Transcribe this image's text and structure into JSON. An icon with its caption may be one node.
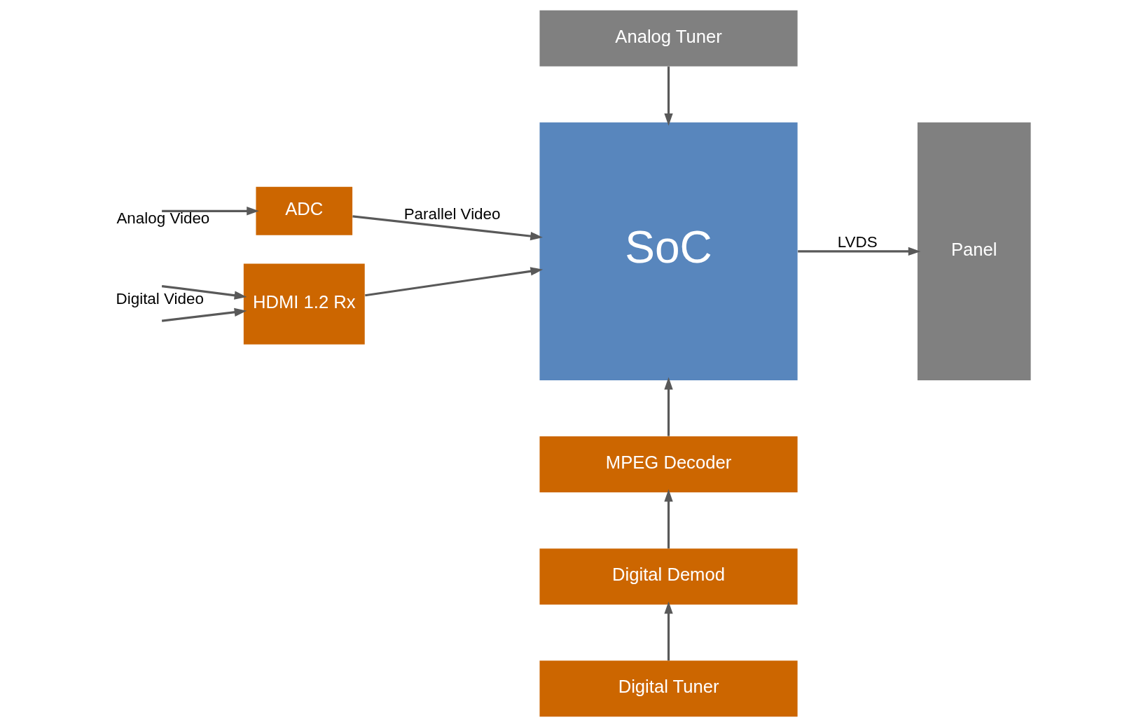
{
  "diagram": {
    "nodes": [
      {
        "text": [
          "Analog Tuner"
        ]
      },
      {
        "text": [
          "ADC"
        ]
      },
      {
        "text": [
          "HDMI 1.2 Rx"
        ]
      },
      {
        "text": [
          "SoC"
        ]
      },
      {
        "text": [
          "Panel"
        ]
      },
      {
        "text": [
          "MPEG Decoder"
        ]
      },
      {
        "text": [
          "Digital Demod"
        ]
      },
      {
        "text": [
          "Digital Tuner"
        ]
      }
    ],
    "edges": [
      {
        "from": null,
        "to": 1,
        "arrow": "to",
        "label": "Analog Video"
      },
      {
        "from": null,
        "to": 2,
        "arrow": "to",
        "label": "Digital Video"
      },
      {
        "from": null,
        "to": 2,
        "arrow": "to"
      },
      {
        "from": 1,
        "to": 3,
        "arrow": "to",
        "label": "Parallel Video"
      },
      {
        "from": 2,
        "to": 3,
        "arrow": "to"
      },
      {
        "from": 0,
        "to": 3,
        "arrow": "to"
      },
      {
        "from": 3,
        "to": 4,
        "arrow": "to",
        "label": "LVDS"
      },
      {
        "from": 5,
        "to": 3,
        "arrow": "to"
      },
      {
        "from": 6,
        "to": 5,
        "arrow": "to"
      },
      {
        "from": 7,
        "to": 6,
        "arrow": "to"
      }
    ]
  }
}
